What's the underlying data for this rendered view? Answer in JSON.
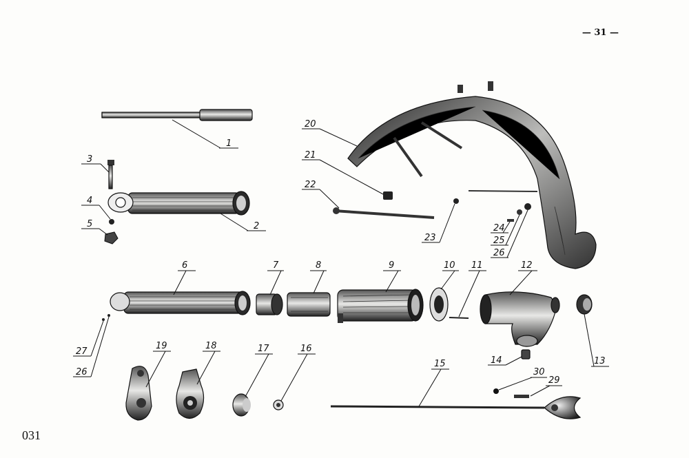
{
  "header": {
    "page_marker": "— 31 —"
  },
  "footer": {
    "page_code": "031"
  },
  "callouts": [
    "1",
    "2",
    "3",
    "4",
    "5",
    "6",
    "7",
    "8",
    "9",
    "10",
    "11",
    "12",
    "13",
    "14",
    "15",
    "16",
    "17",
    "18",
    "19",
    "20",
    "21",
    "22",
    "23",
    "24",
    "25",
    "26",
    "26",
    "27",
    "30",
    "29"
  ],
  "colors": {
    "ink": "#111111",
    "paper": "#fdfdfb",
    "shade": "#3a3a3a"
  }
}
